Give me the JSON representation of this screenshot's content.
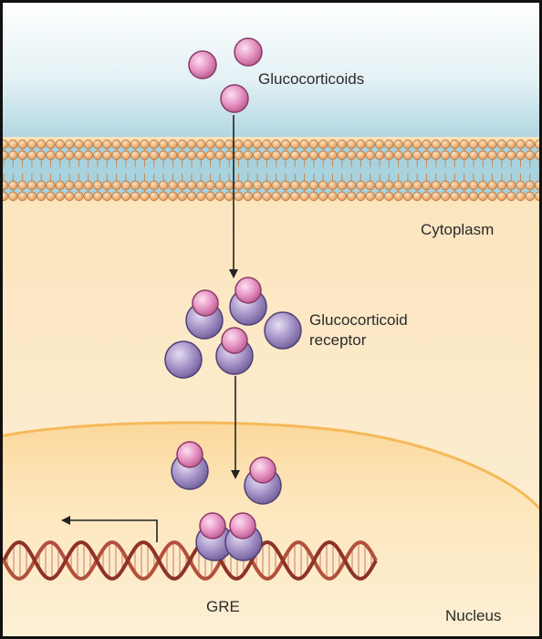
{
  "labels": {
    "glucocorticoids": "Glucocorticoids",
    "cytoplasm": "Cytoplasm",
    "receptor_line1": "Glucocorticoid",
    "receptor_line2": "receptor",
    "gre": "GRE",
    "nucleus": "Nucleus"
  },
  "colors": {
    "extracellular": "#a9d3df",
    "cytoplasm": "#fdecc9",
    "nucleus": "#fde3b0",
    "membrane_head": "#efb27a",
    "hormone": "#e79ac6",
    "receptor": "#a99ac9",
    "dna": "#b84a3a"
  }
}
